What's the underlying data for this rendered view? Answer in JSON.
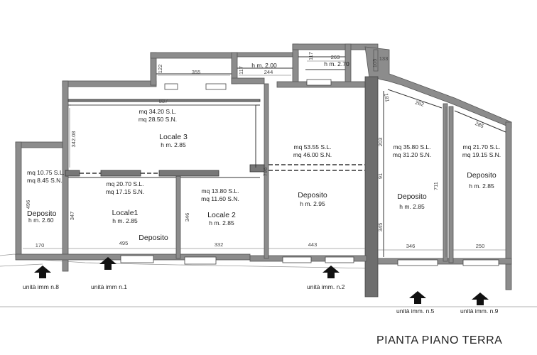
{
  "title": "PIANTA PIANO TERRA",
  "rooms": {
    "deposito_left": {
      "area_sl": "mq 10.75 S.L.",
      "area_sn": "mq 8.45 S.N.",
      "name": "Deposito",
      "height": "h m. 2.60"
    },
    "locale3": {
      "area_sl": "mq 34.20 S.L.",
      "area_sn": "mq 28.50 S.N.",
      "name": "Locale 3",
      "height": "h m. 2.85"
    },
    "locale1": {
      "area_sl": "mq 20.70 S.L.",
      "area_sn": "mq 17.15 S.N.",
      "name": "Locale1",
      "height": "h m. 2.85"
    },
    "deposito_below_locale1": {
      "name": "Deposito"
    },
    "locale2": {
      "area_sl": "mq 13.80 S.L.",
      "area_sn": "mq 11.60 S.N.",
      "name": "Locale 2",
      "height": "h m. 2.85"
    },
    "deposito_center": {
      "area_sl": "mq 53.55 S.L.",
      "area_sn": "mq 46.00 S.N.",
      "name": "Deposito",
      "height": "h m. 2.95"
    },
    "deposito_right1": {
      "area_sl": "mq 35.80 S.L.",
      "area_sn": "mq 31.20 S.N.",
      "name": "Deposito",
      "height": "h m. 2.85"
    },
    "deposito_right2": {
      "area_sl": "mq 21.70 S.L.",
      "area_sn": "mq 19.15 S.N.",
      "name": "Deposito",
      "height": "h m. 2.85"
    },
    "annex_mid": {
      "height": "h m. 2.00"
    },
    "annex_right": {
      "height": "h m. 2.70"
    }
  },
  "dimensions": {
    "d837": "837",
    "d342": "342.08",
    "d355": "355",
    "d122": "122",
    "d117a": "117",
    "d244": "244",
    "d117b": "117",
    "d263": "263",
    "d105": "105",
    "d133": "133",
    "d181": "181",
    "d262": "262",
    "d285": "285",
    "d203": "203",
    "d91": "91",
    "d711": "711",
    "d345": "345",
    "d796": "796",
    "d347": "347",
    "d346a": "346",
    "d496": "496",
    "d170": "170",
    "d495": "495",
    "d332": "332",
    "d443": "443",
    "d346b": "346",
    "d250": "250"
  },
  "units": {
    "u8": "unità imm n.8",
    "u1": "unità imm n.1",
    "u2": "unità imm. n.2",
    "u5": "unità imm. n.5",
    "u9": "unità imm. n.9"
  }
}
